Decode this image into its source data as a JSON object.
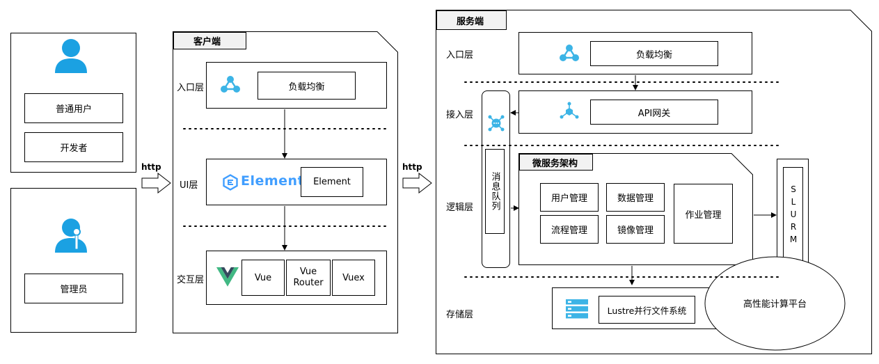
{
  "users": {
    "regular_user": "普通用户",
    "developer": "开发者",
    "admin": "管理员"
  },
  "http_label": "http",
  "client": {
    "title": "客户端",
    "entry_layer": "入口层",
    "load_balancer": "负载均衡",
    "ui_layer": "UI层",
    "element_logo": "Element",
    "element": "Element",
    "interaction_layer": "交互层",
    "vue": "Vue",
    "vue_router": "Vue Router",
    "vuex": "Vuex"
  },
  "server": {
    "title": "服务端",
    "entry_layer": "入口层",
    "load_balancer": "负载均衡",
    "access_layer": "接入层",
    "api_gateway": "API网关",
    "message_queue": "消息队列",
    "logic_layer": "逻辑层",
    "microservices": {
      "title": "微服务架构",
      "user_mgmt": "用户管理",
      "data_mgmt": "数据管理",
      "process_mgmt": "流程管理",
      "image_mgmt": "镜像管理",
      "job_mgmt": "作业管理"
    },
    "slurm": "SLURM",
    "storage_layer": "存储层",
    "lustre": "Lustre并行文件系统",
    "hpc_platform": "高性能计算平台"
  },
  "colors": {
    "user_icon": "#1ba1e2",
    "network_icon": "#3cb4e6",
    "element_logo": "#409eff",
    "vue_green": "#41b883",
    "vue_dark": "#35495e",
    "tab_fill": "#f2f2f2"
  }
}
